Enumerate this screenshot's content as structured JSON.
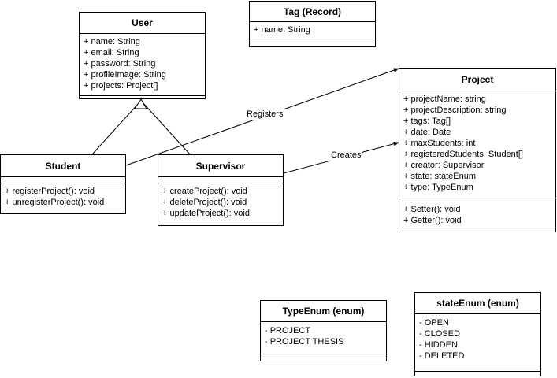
{
  "classes": {
    "user": {
      "name": "User",
      "attributes": [
        "+ name: String",
        "+ email: String",
        "+ password: String",
        "+ profileImage: String",
        "+ projects: Project[]"
      ],
      "methods": []
    },
    "tag": {
      "name": "Tag (Record)",
      "attributes": [
        "+ name: String"
      ],
      "methods": []
    },
    "project": {
      "name": "Project",
      "attributes": [
        "+ projectName: string",
        "+ projectDescription: string",
        "+ tags: Tag[]",
        "+ date: Date",
        "+ maxStudents: int",
        "+ registeredStudents: Student[]",
        "+ creator: Supervisor",
        "+ state: stateEnum",
        "+ type: TypeEnum"
      ],
      "methods": [
        "+ Setter(): void",
        "+ Getter(): void"
      ]
    },
    "student": {
      "name": "Student",
      "attributes": [],
      "methods": [
        "+ registerProject(): void",
        "+ unregisterProject(): void"
      ]
    },
    "supervisor": {
      "name": "Supervisor",
      "attributes": [],
      "methods": [
        "+ createProject(): void",
        "+ deleteProject(): void",
        "+ updateProject(): void"
      ]
    },
    "type_enum": {
      "name": "TypeEnum (enum)",
      "values": [
        "- PROJECT",
        "- PROJECT THESIS"
      ]
    },
    "state_enum": {
      "name": "stateEnum (enum)",
      "values": [
        "- OPEN",
        "- CLOSED",
        "- HIDDEN",
        "- DELETED"
      ]
    }
  },
  "edges": {
    "registers": "Registers",
    "creates": "Creates"
  }
}
